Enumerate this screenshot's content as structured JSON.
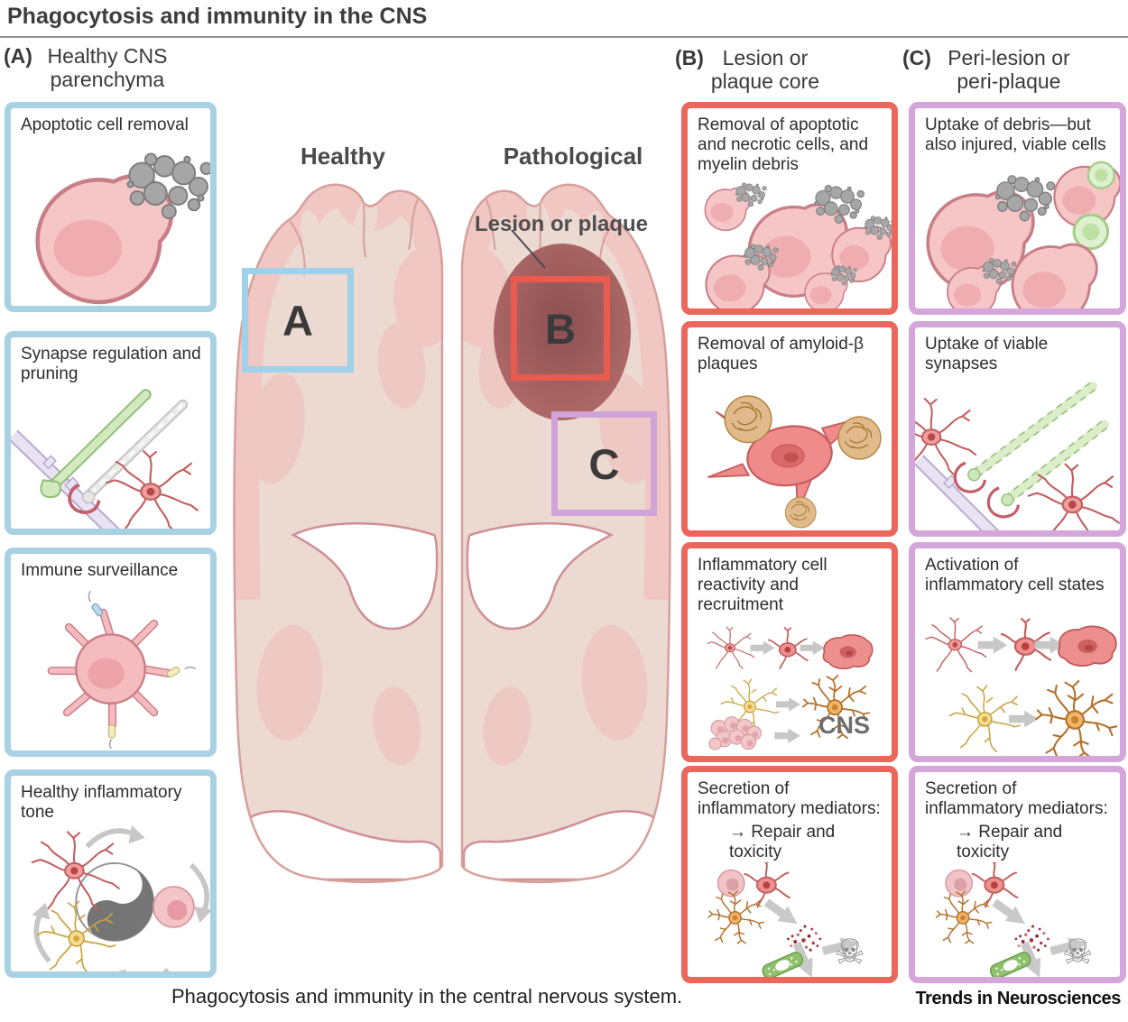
{
  "title": "Phagocytosis and immunity in the CNS",
  "figure_caption": "Phagocytosis and immunity in the central nervous system.",
  "journal": "Trends in Neurosciences",
  "colors": {
    "panel_a_accent": "#a9d1e4",
    "panel_b_accent": "#ec675b",
    "panel_c_accent": "#d4a6da",
    "lesion": "#9a5354",
    "brain_fill": "#ecd9d2",
    "cortex_pink": "#f1c7c3"
  },
  "brain": {
    "healthy_label": "Healthy",
    "pathological_label": "Pathological",
    "lesion_label": "Lesion or plaque",
    "markers": [
      {
        "letter": "A"
      },
      {
        "letter": "B"
      },
      {
        "letter": "C"
      }
    ]
  },
  "panels": [
    {
      "label": "(A)",
      "title": "Healthy CNS parenchyma",
      "boxes": [
        {
          "caption": "Apoptotic cell removal"
        },
        {
          "caption": "Synapse regulation and pruning"
        },
        {
          "caption": "Immune surveillance"
        },
        {
          "caption": "Healthy inflammatory tone"
        }
      ]
    },
    {
      "label": "(B)",
      "title": "Lesion or plaque core",
      "boxes": [
        {
          "caption": "Removal of apoptotic and necrotic cells, and myelin debris"
        },
        {
          "caption": "Removal of amyloid-β plaques"
        },
        {
          "caption": "Inflammatory cell reactivity and recruitment",
          "cns_label": "CNS"
        },
        {
          "caption": "Secretion of inflammatory mediators:",
          "subline": "→ Repair and toxicity"
        }
      ]
    },
    {
      "label": "(C)",
      "title": "Peri-lesion or peri-plaque",
      "boxes": [
        {
          "caption": "Uptake of debris—but also injured, viable cells"
        },
        {
          "caption": "Uptake of viable synapses"
        },
        {
          "caption": "Activation of inflammatory cell states"
        },
        {
          "caption": "Secretion of inflammatory mediators:",
          "subline": "→ Repair and toxicity"
        }
      ]
    }
  ]
}
